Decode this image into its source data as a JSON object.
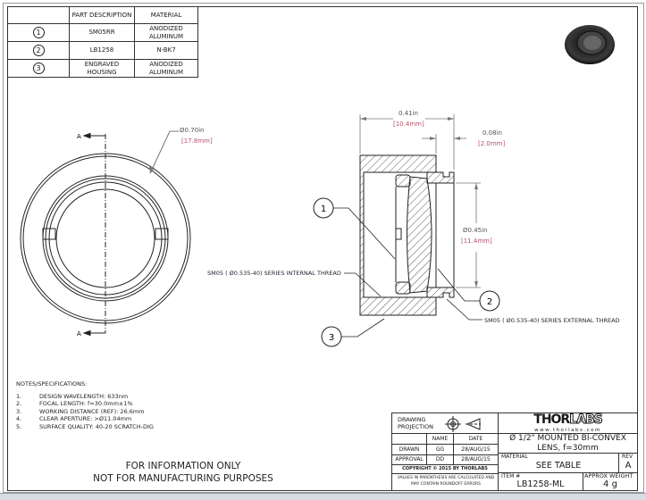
{
  "parts_table": {
    "headers": [
      "",
      "PART DESCRIPTION",
      "MATERIAL"
    ],
    "rows": [
      {
        "num": "1",
        "desc": "SM05RR",
        "mat1": "ANODIZED",
        "mat2": "ALUMINUM"
      },
      {
        "num": "2",
        "desc": "LB1258",
        "mat1": "N-BK7",
        "mat2": ""
      },
      {
        "num": "3",
        "desc1": "ENGRAVED",
        "desc2": "HOUSING",
        "mat1": "ANODIZED",
        "mat2": "ALUMINUM"
      }
    ]
  },
  "front_view": {
    "section_label": "A",
    "dia_in": "Ø0.70in",
    "dia_mm": "[17.8mm]"
  },
  "section_view": {
    "length_in": "0.41in",
    "length_mm": "[10.4mm]",
    "thread_in": "0.08in",
    "thread_mm": "[2.0mm]",
    "bore_in": "Ø0.45in",
    "bore_mm": "[11.4mm]",
    "balloons": [
      "1",
      "2",
      "3"
    ],
    "internal_thread": "SM05 ( Ø0.535-40) SERIES INTERNAL THREAD",
    "external_thread": "SM05 ( Ø0.535-40) SERIES EXTERNAL THREAD"
  },
  "notes": {
    "title": "NOTES/SPECIFICATIONS:",
    "items": [
      {
        "n": "1.",
        "t": "DESIGN WAVELENGTH: 633nm"
      },
      {
        "n": "2.",
        "t": "FOCAL LENGTH: f=30.0mm±1%"
      },
      {
        "n": "3.",
        "t": "WORKING DISTANCE (REF): 26.6mm"
      },
      {
        "n": "4.",
        "t": "CLEAR APERTURE: >Ø11.04mm"
      },
      {
        "n": "5.",
        "t": "SURFACE QUALITY: 40-20 SCRATCH-DIG"
      }
    ]
  },
  "disclaimer": {
    "line1": "FOR INFORMATION ONLY",
    "line2": "NOT FOR MANUFACTURING PURPOSES"
  },
  "title_block": {
    "projection": "DRAWING PROJECTION",
    "name_hdr": "NAME",
    "date_hdr": "DATE",
    "drawn": "DRAWN",
    "drawn_name": "GG",
    "drawn_date": "28/AUG/15",
    "approval": "APPROVAL",
    "approval_name": "DD",
    "approval_date": "28/AUG/15",
    "copyright": "COPYRIGHT © 2015 BY THORLABS",
    "values_note": "VALUES IN PARENTHESIS ARE CALCULATED AND MAY CONTAIN ROUNDOFF ERRORS",
    "logo_thor": "THOR",
    "logo_labs": "LABS",
    "website": "www.thorlabs.com",
    "title1": "Ø 1/2\" MOUNTED BI-CONVEX",
    "title2": "LENS, f=30mm",
    "material_lbl": "MATERIAL",
    "material": "SEE TABLE",
    "rev_lbl": "REV",
    "rev": "A",
    "item_lbl": "ITEM #",
    "item": "LB1258-ML",
    "weight_lbl": "APPROX WEIGHT",
    "weight": "4 g"
  }
}
